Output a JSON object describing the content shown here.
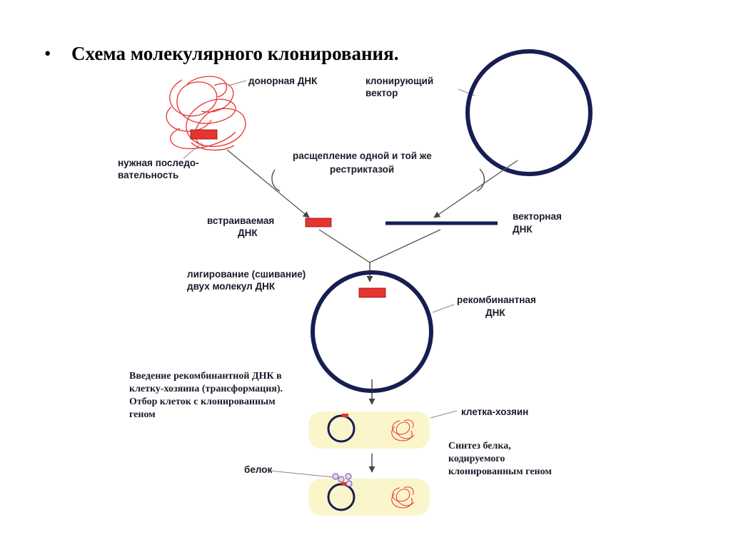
{
  "slide": {
    "bullet": "•",
    "title": "Схема молекулярного клонирования."
  },
  "labels": {
    "donor_dna": "донорная ДНК",
    "cloning_vector_1": "клонирующий",
    "cloning_vector_2": "вектор",
    "needed_seq_1": "нужная последо-",
    "needed_seq_2": "вательность",
    "cleavage_1": "расщепление одной и той же",
    "cleavage_2": "рестриктазой",
    "insert_dna_1": "встраиваемая",
    "insert_dna_2": "ДНК",
    "vector_dna_1": "векторная",
    "vector_dna_2": "ДНК",
    "ligation_1": "лигирование (сшивание)",
    "ligation_2": "двух молекул ДНК",
    "recombinant_1": "рекомбинантная",
    "recombinant_2": "ДНК",
    "intro_1": "Введение рекомбинантной ДНК в",
    "intro_2": "клетку-хозяина (трансформация).",
    "intro_3": "Отбор клеток с клонированным",
    "intro_4": "геном",
    "host_cell": "клетка-хозяин",
    "synthesis_1": "Синтез белка,",
    "synthesis_2": "кодируемого",
    "synthesis_3": "клонированным геном",
    "protein": "белок"
  },
  "colors": {
    "dna_red": "#e8332f",
    "vector_navy": "#161e52",
    "cell_fill": "#fbf5cc",
    "arrow_gray": "#555555",
    "protein_purple": "#8a5fb0"
  }
}
